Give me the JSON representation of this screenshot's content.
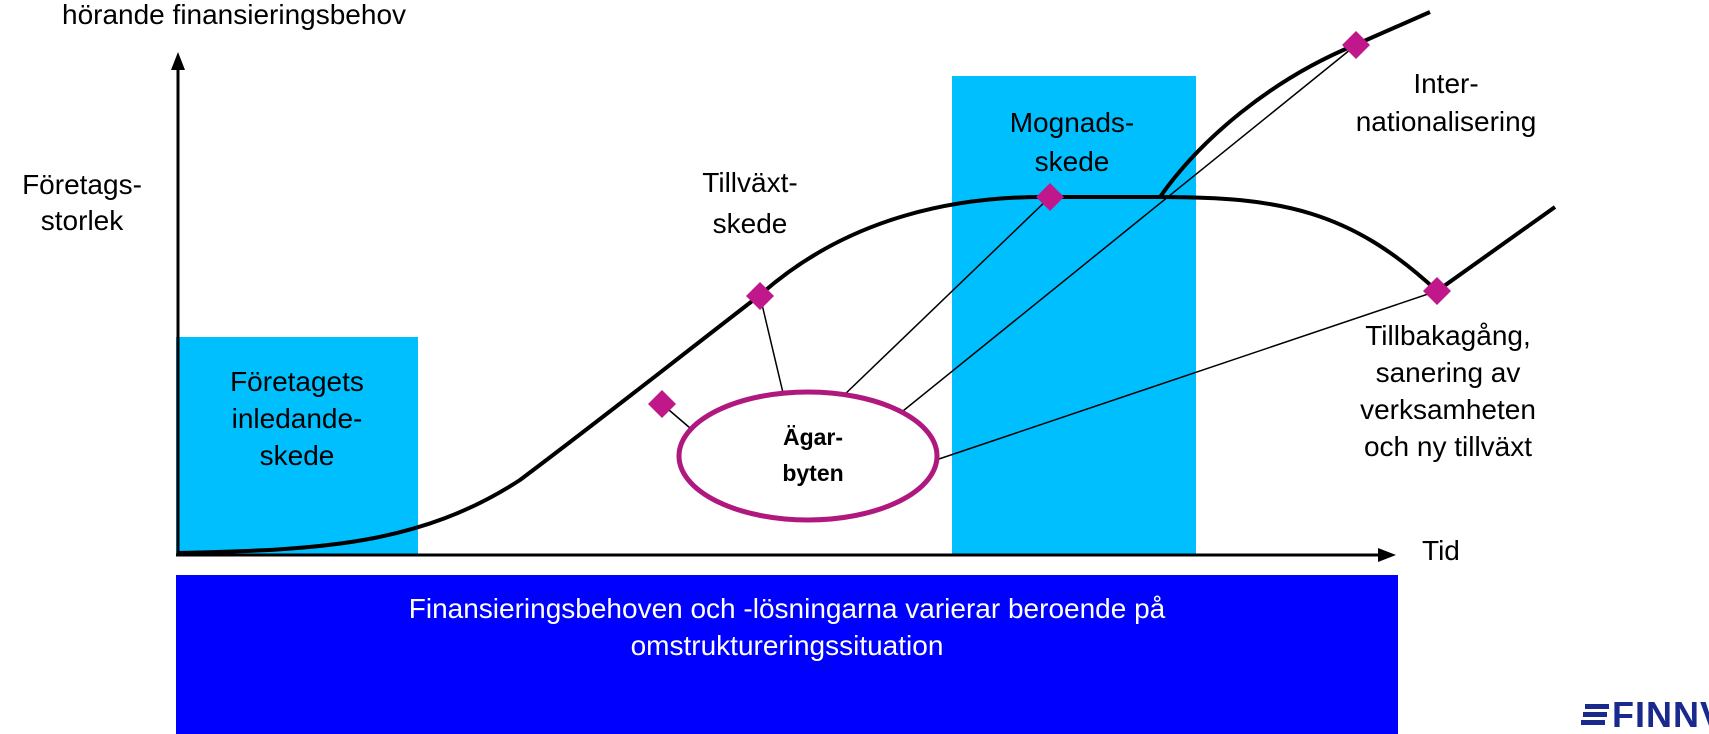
{
  "title_line": "hörande finansieringsbehov",
  "y_axis_label": [
    "Företags-",
    "storlek"
  ],
  "x_axis_label": "Tid",
  "stages": {
    "initial": [
      "Företagets",
      "inledande-",
      "skede"
    ],
    "growth": [
      "Tillväxt-",
      "skede"
    ],
    "maturity": [
      "Mognads-",
      "skede"
    ],
    "internationalization": [
      "Inter-",
      "nationalisering"
    ],
    "decline": [
      "Tillbakagång,",
      "sanering av",
      "verksamheten",
      "och ny tillväxt"
    ]
  },
  "ownership_change": [
    "Ägar-",
    "byten"
  ],
  "banner": [
    "Finansieringsbehoven och -lösningarna varierar beroende på",
    "omstruktureringssituation"
  ],
  "logo": "FINNVE",
  "colors": {
    "stage_box": "#00BFFF",
    "banner": "#0000FF",
    "marker": "#C0188A",
    "ellipse": "#B0187E",
    "logo": "#1a2a8c"
  }
}
